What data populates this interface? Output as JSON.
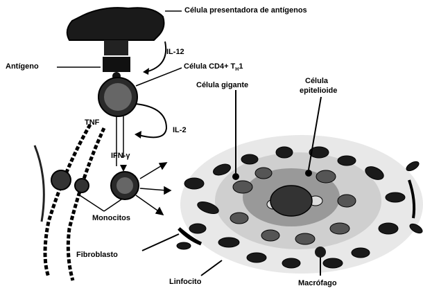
{
  "labels": {
    "apc": "Célula presentadora de antígenos",
    "il12": "IL-12",
    "antigen": "Antígeno",
    "cd4_main": "Célula CD4+ T",
    "cd4_sub": "H",
    "cd4_end": "1",
    "giant": "Célula gigante",
    "epithelioid_1": "Célula",
    "epithelioid_2": "epitelioide",
    "tnf": "TNF",
    "il2": "IL-2",
    "ifn": "IFN-γ",
    "monocytes": "Monocitos",
    "fibroblast": "Fibroblasto",
    "lymphocyte": "Linfocito",
    "macrophage": "Macrófago"
  },
  "colors": {
    "ink": "#000000",
    "paper": "#ffffff",
    "cell_dark": "#1a1a1a",
    "cell_mid": "#555555"
  }
}
